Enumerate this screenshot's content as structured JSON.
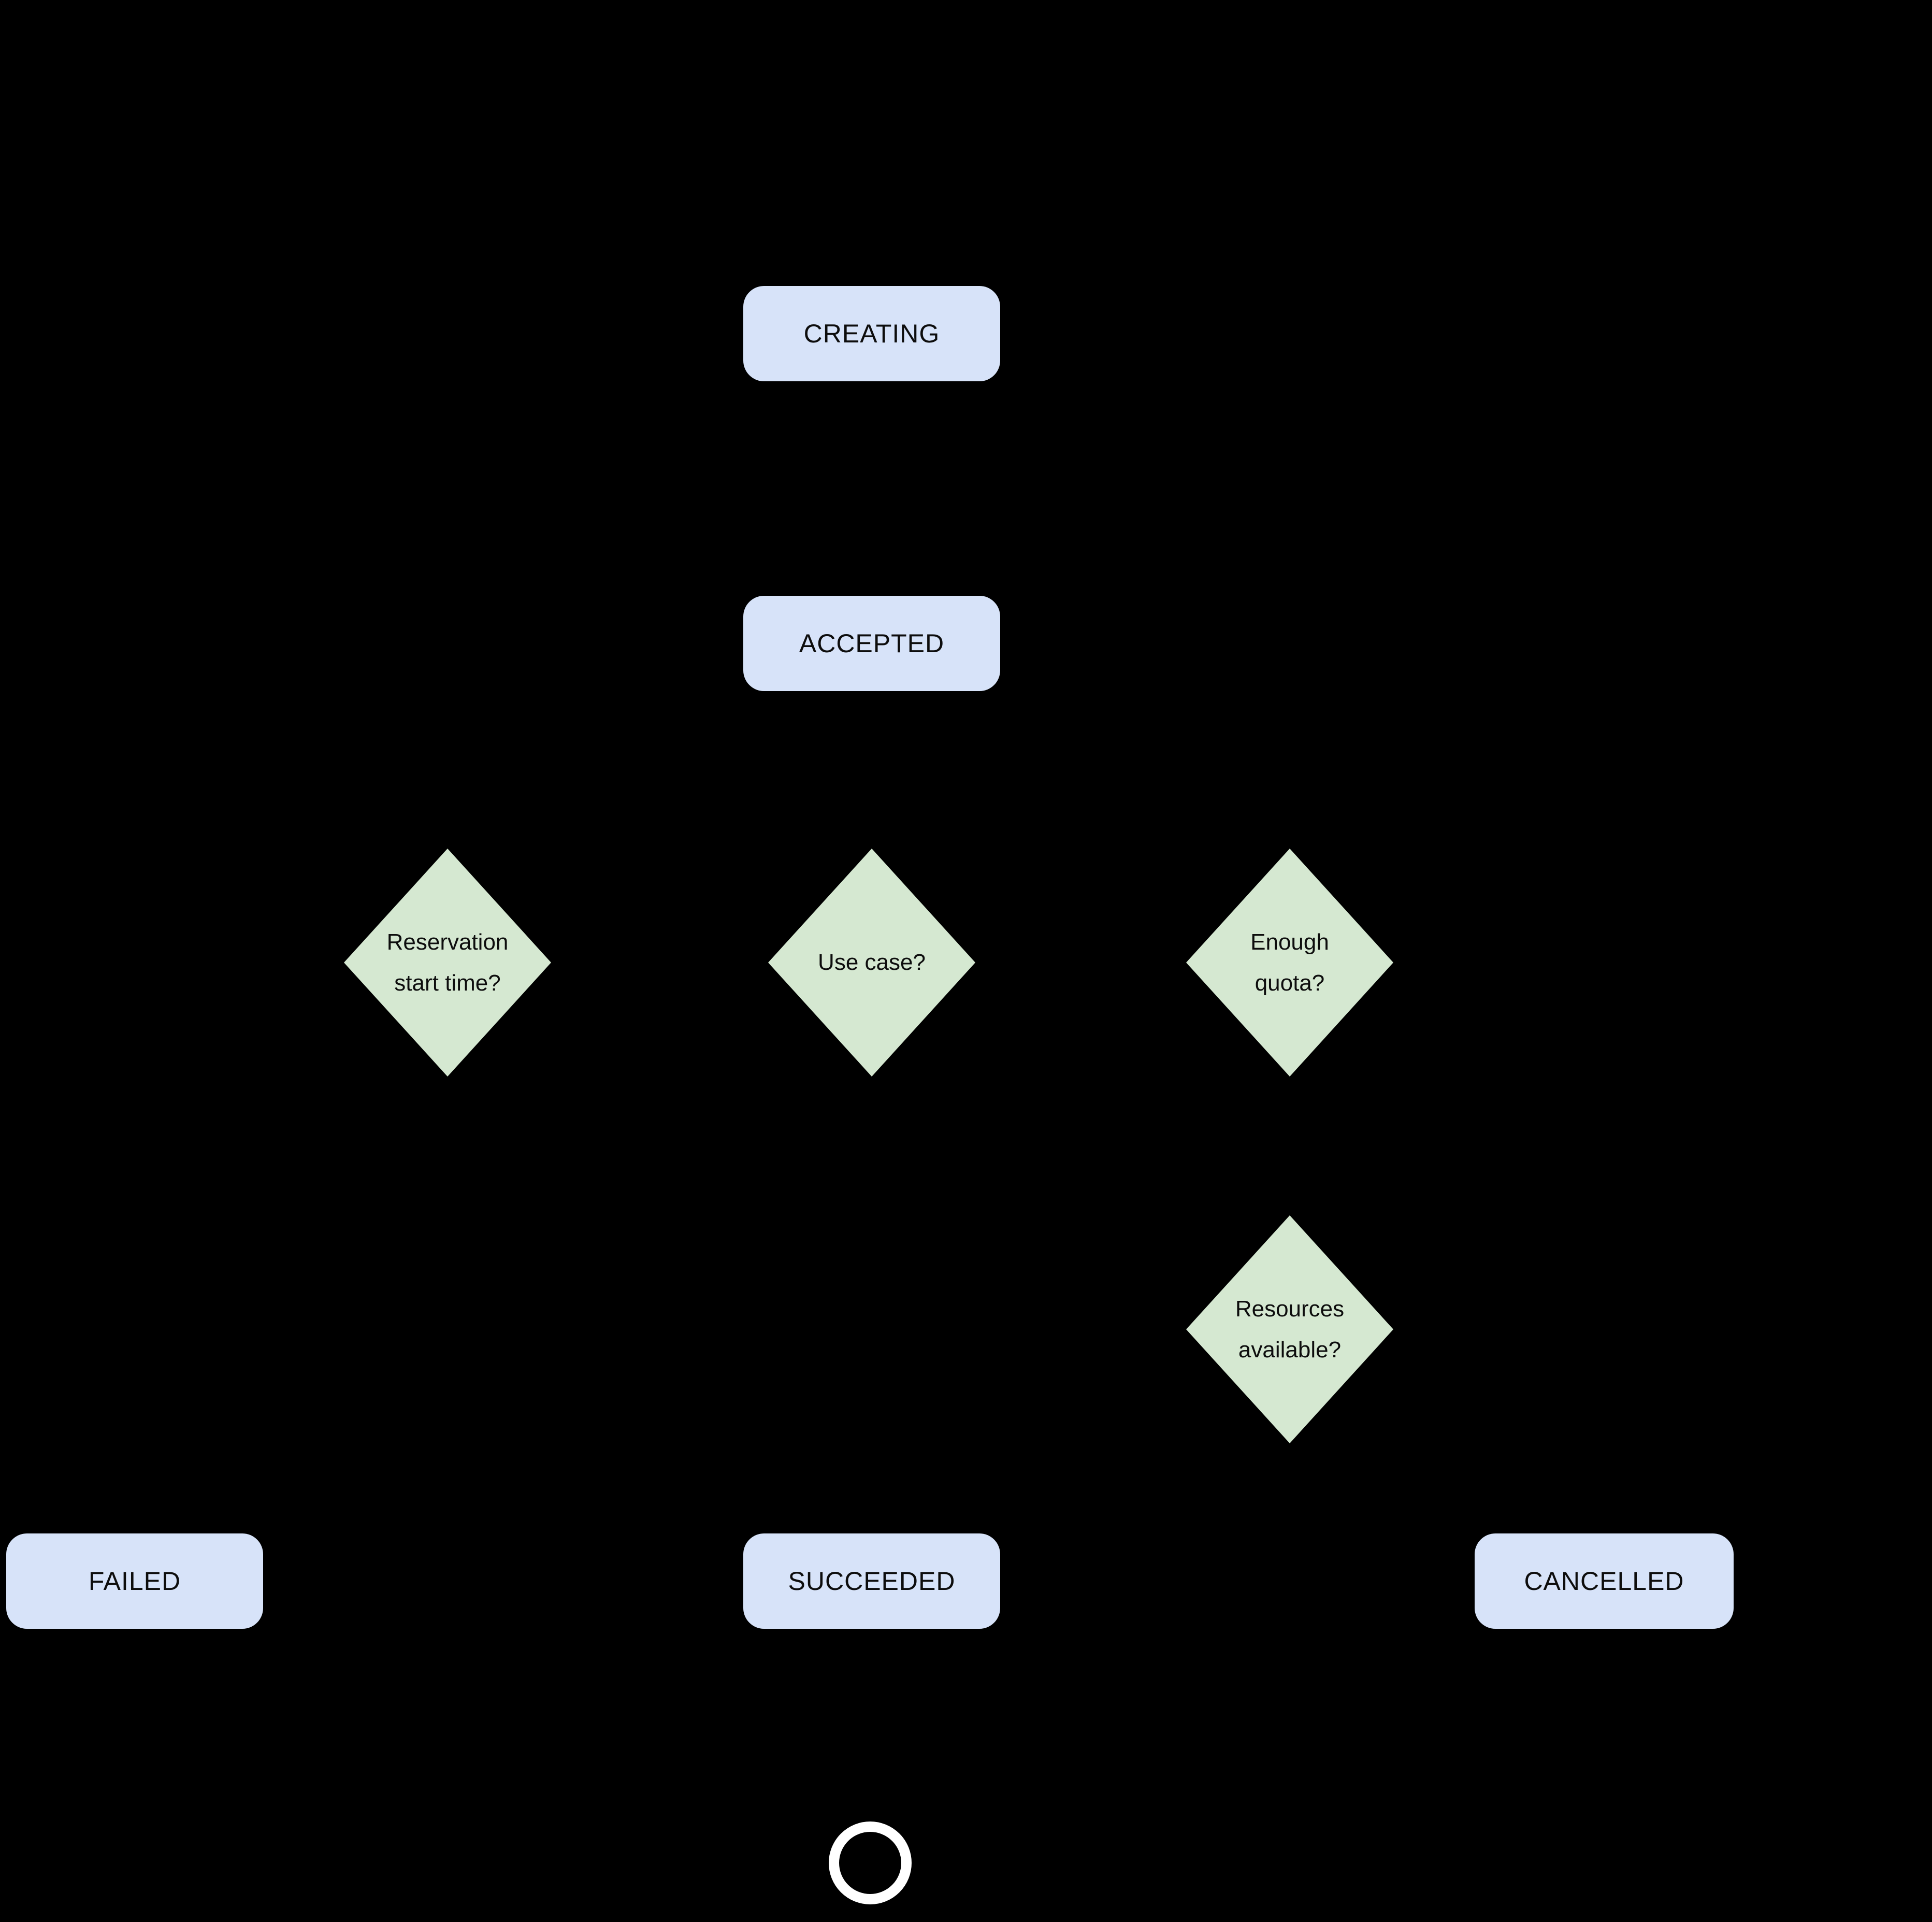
{
  "diagram": {
    "background_color": "#000000",
    "state_fill_color": "#d7e3f9",
    "decision_fill_color": "#d5e8d1",
    "text_color": "#0d0d0d",
    "end_ring_color": "#ffffff",
    "states": {
      "creating": {
        "label": "CREATING"
      },
      "accepted": {
        "label": "ACCEPTED"
      },
      "failed": {
        "label": "FAILED"
      },
      "succeeded": {
        "label": "SUCCEEDED"
      },
      "cancelled": {
        "label": "CANCELLED"
      }
    },
    "decisions": {
      "reservation_start_time": {
        "lines": [
          "Reservation",
          "start time?"
        ]
      },
      "use_case": {
        "lines": [
          "Use case?"
        ]
      },
      "enough_quota": {
        "lines": [
          "Enough",
          "quota?"
        ]
      },
      "resources_available": {
        "lines": [
          "Resources",
          "available?"
        ]
      }
    },
    "icons": {
      "end_state": "open-circle"
    }
  }
}
